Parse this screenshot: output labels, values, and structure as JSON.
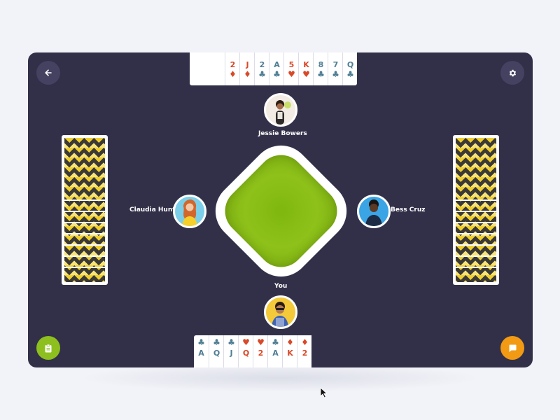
{
  "players": {
    "top": {
      "name": "Jessie Bowers"
    },
    "left": {
      "name": "Claudia Hunt"
    },
    "right": {
      "name": "Bess Cruz"
    },
    "self": {
      "name": "You"
    }
  },
  "top_hand": [
    {
      "rank": "2",
      "suit": "♦",
      "color": "red"
    },
    {
      "rank": "J",
      "suit": "♦",
      "color": "red"
    },
    {
      "rank": "2",
      "suit": "♣",
      "color": "blue"
    },
    {
      "rank": "A",
      "suit": "♣",
      "color": "blue"
    },
    {
      "rank": "5",
      "suit": "♥",
      "color": "red"
    },
    {
      "rank": "K",
      "suit": "♥",
      "color": "red"
    },
    {
      "rank": "8",
      "suit": "♣",
      "color": "blue"
    },
    {
      "rank": "7",
      "suit": "♣",
      "color": "blue"
    },
    {
      "rank": "Q",
      "suit": "♣",
      "color": "blue"
    }
  ],
  "bottom_hand": [
    {
      "rank": "A",
      "suit": "♣",
      "color": "blue"
    },
    {
      "rank": "Q",
      "suit": "♣",
      "color": "blue"
    },
    {
      "rank": "J",
      "suit": "♣",
      "color": "blue"
    },
    {
      "rank": "Q",
      "suit": "♥",
      "color": "red"
    },
    {
      "rank": "2",
      "suit": "♥",
      "color": "red"
    },
    {
      "rank": "A",
      "suit": "♣",
      "color": "blue"
    },
    {
      "rank": "K",
      "suit": "♦",
      "color": "red"
    },
    {
      "rank": "2",
      "suit": "♦",
      "color": "red"
    }
  ],
  "colors": {
    "table": "#323049",
    "board": "#8ec21a",
    "notes_button": "#8dbf1e",
    "chat_button": "#f29a13",
    "red_suit": "#d8492a",
    "blue_suit": "#4f7e94"
  },
  "icons": {
    "back": "arrow-left-icon",
    "settings": "gear-icon",
    "notes": "clipboard-icon",
    "chat": "chat-bubble-icon"
  }
}
